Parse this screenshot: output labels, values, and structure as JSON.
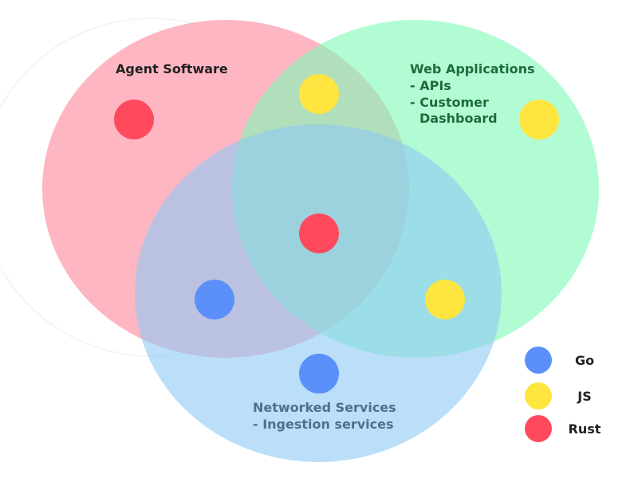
{
  "colors": {
    "agent_circle": "#ff8fa3",
    "web_circle": "#7dfab6",
    "network_circle": "#8ecaf5",
    "go": "#5b8ff9",
    "js": "#ffe53f",
    "rust": "#ff4a5e",
    "agent_label": "#222222",
    "web_label": "#1e6b3c",
    "network_label": "#4f6f8c"
  },
  "sets": {
    "agent": {
      "title": "Agent Software"
    },
    "web": {
      "title": "Web Applications",
      "items": [
        "- APIs",
        "- Customer",
        "Dashboard"
      ]
    },
    "network": {
      "title": "Networked Services",
      "items": [
        "- Ingestion services"
      ]
    }
  },
  "legend": [
    {
      "label": "Go",
      "color": "#5b8ff9"
    },
    {
      "label": "JS",
      "color": "#ffe53f"
    },
    {
      "label": "Rust",
      "color": "#ff4a5e"
    }
  ],
  "markers": [
    {
      "region": "agent-only",
      "language": "Rust"
    },
    {
      "region": "agent-web",
      "language": "JS"
    },
    {
      "region": "web-only",
      "language": "JS"
    },
    {
      "region": "all-three",
      "language": "Rust"
    },
    {
      "region": "agent-network",
      "language": "Go"
    },
    {
      "region": "web-network",
      "language": "JS"
    },
    {
      "region": "network-only",
      "language": "Go"
    }
  ]
}
